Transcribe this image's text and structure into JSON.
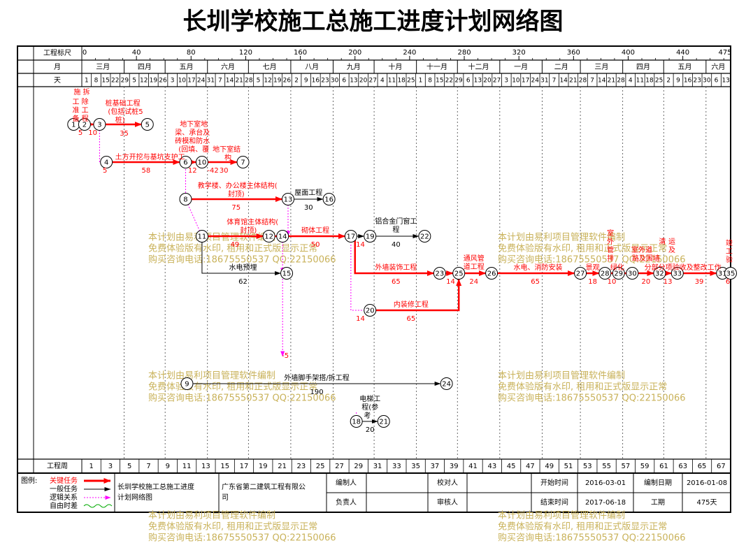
{
  "title": "长圳学校施工总施工进度计划网络图",
  "header": {
    "scale_label": "工程标尺",
    "scale_ticks": [
      {
        "day": 0,
        "label": "0"
      },
      {
        "day": 40,
        "label": "40"
      },
      {
        "day": 80,
        "label": "80"
      },
      {
        "day": 120,
        "label": "120"
      },
      {
        "day": 160,
        "label": "160"
      },
      {
        "day": 200,
        "label": "200"
      },
      {
        "day": 240,
        "label": "240"
      },
      {
        "day": 280,
        "label": "280"
      },
      {
        "day": 320,
        "label": "320"
      },
      {
        "day": 360,
        "label": "360"
      },
      {
        "day": 400,
        "label": "400"
      },
      {
        "day": 440,
        "label": "440"
      },
      {
        "day": 475,
        "label": "475"
      }
    ],
    "month_label": "月",
    "months": [
      {
        "label": "三月",
        "start": 0,
        "end": 31
      },
      {
        "label": "四月",
        "start": 31,
        "end": 61
      },
      {
        "label": "五月",
        "start": 61,
        "end": 92
      },
      {
        "label": "六月",
        "start": 92,
        "end": 122
      },
      {
        "label": "七月",
        "start": 122,
        "end": 153
      },
      {
        "label": "八月",
        "start": 153,
        "end": 184
      },
      {
        "label": "九月",
        "start": 184,
        "end": 214
      },
      {
        "label": "十月",
        "start": 214,
        "end": 245
      },
      {
        "label": "十一月",
        "start": 245,
        "end": 275
      },
      {
        "label": "十二月",
        "start": 275,
        "end": 306
      },
      {
        "label": "一月",
        "start": 306,
        "end": 337
      },
      {
        "label": "二月",
        "start": 337,
        "end": 365
      },
      {
        "label": "三月",
        "start": 365,
        "end": 396
      },
      {
        "label": "四月",
        "start": 396,
        "end": 426
      },
      {
        "label": "五月",
        "start": 426,
        "end": 457
      },
      {
        "label": "六月",
        "start": 457,
        "end": 475
      }
    ],
    "day_label": "天",
    "days": [
      "1",
      "8",
      "15",
      "22",
      "29",
      "5",
      "12",
      "19",
      "26",
      "3",
      "10",
      "17",
      "24",
      "31",
      "7",
      "14",
      "21",
      "28",
      "5",
      "12",
      "19",
      "26",
      "2",
      "9",
      "16",
      "23",
      "30",
      "6",
      "13",
      "20",
      "27",
      "4",
      "11",
      "18",
      "25",
      "1",
      "8",
      "15",
      "22",
      "29",
      "6",
      "13",
      "20",
      "27",
      "3",
      "10",
      "17",
      "24",
      "31",
      "7",
      "14",
      "21",
      "28",
      "7",
      "14",
      "21",
      "28",
      "4",
      "11",
      "18",
      "25",
      "2",
      "9",
      "16",
      "23",
      "30",
      "6",
      "13"
    ],
    "week_label": "工程周",
    "weeks": [
      "1",
      "3",
      "5",
      "7",
      "9",
      "11",
      "13",
      "15",
      "17",
      "19",
      "21",
      "23",
      "25",
      "27",
      "29",
      "31",
      "33",
      "35",
      "37",
      "39",
      "41",
      "43",
      "45",
      "47",
      "49",
      "51",
      "53",
      "55",
      "57",
      "59",
      "61",
      "63",
      "65",
      "67"
    ]
  },
  "network": {
    "nodes": [
      {
        "id": "1",
        "day": -6,
        "row": 178
      },
      {
        "id": "2",
        "day": 2,
        "row": 178
      },
      {
        "id": "3",
        "day": 13,
        "row": 178
      },
      {
        "id": "5",
        "day": 48,
        "row": 178
      },
      {
        "id": "4",
        "day": 18,
        "row": 232
      },
      {
        "id": "6",
        "day": 76,
        "row": 232
      },
      {
        "id": "10",
        "day": 88,
        "row": 232
      },
      {
        "id": "7",
        "day": 118,
        "row": 232
      },
      {
        "id": "8",
        "day": 76,
        "row": 285
      },
      {
        "id": "13",
        "day": 151,
        "row": 285
      },
      {
        "id": "16",
        "day": 181,
        "row": 285
      },
      {
        "id": "11",
        "day": 88,
        "row": 338
      },
      {
        "id": "12",
        "day": 137,
        "row": 338
      },
      {
        "id": "14",
        "day": 147,
        "row": 338
      },
      {
        "id": "17",
        "day": 197,
        "row": 338
      },
      {
        "id": "19",
        "day": 211,
        "row": 338
      },
      {
        "id": "22",
        "day": 251,
        "row": 338
      },
      {
        "id": "15",
        "day": 150,
        "row": 391
      },
      {
        "id": "23",
        "day": 262,
        "row": 391
      },
      {
        "id": "25",
        "day": 276,
        "row": 391
      },
      {
        "id": "26",
        "day": 300,
        "row": 391
      },
      {
        "id": "27",
        "day": 365,
        "row": 391
      },
      {
        "id": "28",
        "day": 383,
        "row": 391
      },
      {
        "id": "29",
        "day": 393,
        "row": 391
      },
      {
        "id": "30",
        "day": 403,
        "row": 391
      },
      {
        "id": "32",
        "day": 423,
        "row": 391
      },
      {
        "id": "33",
        "day": 436,
        "row": 391
      },
      {
        "id": "31",
        "day": 469,
        "row": 391
      },
      {
        "id": "35",
        "day": 475,
        "row": 391
      },
      {
        "id": "20",
        "day": 211,
        "row": 444
      },
      {
        "id": "9",
        "day": 77,
        "row": 549
      },
      {
        "id": "24",
        "day": 267,
        "row": 549
      },
      {
        "id": "18",
        "day": 201,
        "row": 603
      },
      {
        "id": "21",
        "day": 221,
        "row": 603
      }
    ],
    "arrows": [
      {
        "from": "1",
        "to": "2",
        "kind": "critical"
      },
      {
        "from": "2",
        "to": "3",
        "kind": "critical"
      },
      {
        "from": "3",
        "to": "5",
        "kind": "critical"
      },
      {
        "from": "4",
        "to": "6",
        "kind": "critical"
      },
      {
        "from": "6",
        "to": "10",
        "kind": "critical"
      },
      {
        "from": "10",
        "to": "7",
        "kind": "critical"
      },
      {
        "from": "8",
        "to": "13",
        "kind": "critical"
      },
      {
        "from": "13",
        "to": "16",
        "kind": "normal"
      },
      {
        "from": "11",
        "to": "12",
        "kind": "critical"
      },
      {
        "from": "12",
        "to": "14",
        "kind": "critical"
      },
      {
        "from": "14",
        "to": "17",
        "kind": "critical"
      },
      {
        "from": "17",
        "to": "19",
        "kind": "normal"
      },
      {
        "from": "19",
        "to": "22",
        "kind": "normal"
      },
      {
        "from": "23",
        "to": "25",
        "kind": "critical"
      },
      {
        "from": "25",
        "to": "26",
        "kind": "critical"
      },
      {
        "from": "26",
        "to": "27",
        "kind": "critical"
      },
      {
        "from": "27",
        "to": "28",
        "kind": "critical"
      },
      {
        "from": "28",
        "to": "29",
        "kind": "critical"
      },
      {
        "from": "29",
        "to": "30",
        "kind": "critical"
      },
      {
        "from": "30",
        "to": "32",
        "kind": "critical"
      },
      {
        "from": "32",
        "to": "33",
        "kind": "critical"
      },
      {
        "from": "33",
        "to": "31",
        "kind": "critical"
      },
      {
        "from": "31",
        "to": "35",
        "kind": "critical"
      },
      {
        "from": "9",
        "to": "24",
        "kind": "normal"
      },
      {
        "from": "18",
        "to": "21",
        "kind": "normal"
      }
    ],
    "polylines": [
      {
        "kind": "critical",
        "points": [
          [
            197,
            338
          ],
          [
            200,
            338
          ],
          [
            200,
            391
          ],
          [
            262,
            391
          ]
        ]
      },
      {
        "kind": "critical",
        "points": [
          [
            211,
            444
          ],
          [
            276,
            444
          ],
          [
            276,
            391
          ]
        ]
      },
      {
        "kind": "normal",
        "points": [
          [
            88,
            338
          ],
          [
            88,
            391
          ],
          [
            150,
            391
          ]
        ]
      }
    ],
    "dummies": [
      {
        "points": [
          [
            13,
            178
          ],
          [
            13,
            232
          ],
          [
            18,
            232
          ]
        ]
      },
      {
        "points": [
          [
            76,
            242
          ],
          [
            76,
            285
          ]
        ]
      },
      {
        "points": [
          [
            76,
            285
          ],
          [
            88,
            338
          ]
        ]
      },
      {
        "points": [
          [
            147,
            338
          ],
          [
            147,
            391
          ]
        ]
      },
      {
        "points": [
          [
            147,
            391
          ],
          [
            147,
            510
          ]
        ]
      },
      {
        "points": [
          [
            151,
            285
          ],
          [
            151,
            338
          ]
        ]
      },
      {
        "points": [
          [
            197,
            350
          ],
          [
            197,
            444
          ],
          [
            211,
            444
          ]
        ]
      },
      {
        "points": [
          [
            201,
            590
          ],
          [
            201,
            603
          ]
        ]
      }
    ],
    "labels": [
      {
        "text": "施 拆",
        "day": 0,
        "row": 132
      },
      {
        "text": "工 除",
        "day": -1,
        "row": 146
      },
      {
        "text": "准 工",
        "day": -1,
        "row": 158
      },
      {
        "text": "备 程",
        "day": -1,
        "row": 170
      },
      {
        "text": "5",
        "day": -1,
        "row": 190
      },
      {
        "text": "10",
        "day": 8,
        "row": 190
      },
      {
        "text": "桩基础工程",
        "day": 30,
        "row": 148
      },
      {
        "text": "(包括试桩5",
        "day": 32,
        "row": 160
      },
      {
        "text": "桩)",
        "day": 28,
        "row": 172
      },
      {
        "text": "35",
        "day": 31,
        "row": 191
      },
      {
        "text": "地下室地",
        "day": 82,
        "row": 178
      },
      {
        "text": "梁、承台及",
        "day": 81,
        "row": 190
      },
      {
        "text": "砖模和防水",
        "day": 81,
        "row": 202
      },
      {
        "text": "(回填、覆",
        "day": 82,
        "row": 214
      },
      {
        "text": "地下室结",
        "day": 106,
        "row": 214
      },
      {
        "text": "构",
        "day": 107,
        "row": 226
      },
      {
        "text": "土方开挖与基坑支护工",
        "day": 50,
        "row": 225
      },
      {
        "text": "5",
        "day": 17,
        "row": 244
      },
      {
        "text": "58",
        "day": 47,
        "row": 244
      },
      {
        "text": "12",
        "day": 81,
        "row": 244
      },
      {
        "text": "-42",
        "day": 96,
        "row": 244
      },
      {
        "text": "30",
        "day": 104,
        "row": 244
      },
      {
        "text": "教学楼、办公楼主体结构(",
        "day": 114,
        "row": 266
      },
      {
        "text": "封顶)",
        "day": 113,
        "row": 278
      },
      {
        "text": "屋面工程",
        "day": 166,
        "row": 276
      },
      {
        "text": "75",
        "day": 113,
        "row": 297
      },
      {
        "text": "30",
        "day": 166,
        "row": 297
      },
      {
        "text": "体育馆主体结构(",
        "day": 125,
        "row": 318
      },
      {
        "text": "封顶)",
        "day": 122,
        "row": 330
      },
      {
        "text": "砌体工程",
        "day": 171,
        "row": 330
      },
      {
        "text": "铝合金门窗工",
        "day": 230,
        "row": 317
      },
      {
        "text": "程",
        "day": 230,
        "row": 329
      },
      {
        "text": "49",
        "day": 112,
        "row": 350
      },
      {
        "text": "50",
        "day": 171,
        "row": 350
      },
      {
        "text": "14",
        "day": 204,
        "row": 350
      },
      {
        "text": "40",
        "day": 230,
        "row": 350
      },
      {
        "text": "水电预埋",
        "day": 118,
        "row": 383
      },
      {
        "text": "62",
        "day": 118,
        "row": 403
      },
      {
        "text": "外墙装饰工程",
        "day": 230,
        "row": 383
      },
      {
        "text": "65",
        "day": 230,
        "row": 403
      },
      {
        "text": "通风管",
        "day": 287,
        "row": 370
      },
      {
        "text": "道工程",
        "day": 287,
        "row": 382
      },
      {
        "text": "14",
        "day": 270,
        "row": 403
      },
      {
        "text": "24",
        "day": 287,
        "row": 403
      },
      {
        "text": "水电、消防安装",
        "day": 334,
        "row": 383
      },
      {
        "text": "65",
        "day": 332,
        "row": 403
      },
      {
        "text": "室",
        "day": 387,
        "row": 334
      },
      {
        "text": "外",
        "day": 387,
        "row": 346
      },
      {
        "text": "管",
        "day": 387,
        "row": 358
      },
      {
        "text": "景观",
        "day": 374,
        "row": 383
      },
      {
        "text": "排",
        "day": 387,
        "row": 370
      },
      {
        "text": "绿化",
        "day": 392,
        "row": 383
      },
      {
        "text": "室外道",
        "day": 410,
        "row": 358
      },
      {
        "text": "路及围墙",
        "day": 413,
        "row": 370
      },
      {
        "text": "清",
        "day": 425,
        "row": 346
      },
      {
        "text": "运",
        "day": 432,
        "row": 346
      },
      {
        "text": "及",
        "day": 432,
        "row": 358
      },
      {
        "text": "分部分项验收及整改工作",
        "day": 440,
        "row": 383
      },
      {
        "text": "18",
        "day": 374,
        "row": 403
      },
      {
        "text": "10",
        "day": 388,
        "row": 403
      },
      {
        "text": "20",
        "day": 413,
        "row": 403
      },
      {
        "text": "13",
        "day": 429,
        "row": 403
      },
      {
        "text": "39",
        "day": 452,
        "row": 403
      },
      {
        "text": "6",
        "day": 473,
        "row": 403
      },
      {
        "text": "竣",
        "day": 474,
        "row": 348
      },
      {
        "text": "工",
        "day": 474,
        "row": 360
      },
      {
        "text": "验",
        "day": 474,
        "row": 372
      },
      {
        "text": "内装修工程",
        "day": 241,
        "row": 436
      },
      {
        "text": "14",
        "day": 204,
        "row": 456
      },
      {
        "text": "65",
        "day": 241,
        "row": 456
      },
      {
        "text": "-5",
        "day": 149,
        "row": 509
      },
      {
        "text": "外墙脚手架搭/拆工程",
        "day": 172,
        "row": 541
      },
      {
        "text": "190",
        "day": 172,
        "row": 561
      },
      {
        "text": "电梯工",
        "day": 211,
        "row": 571
      },
      {
        "text": "程(参",
        "day": 211,
        "row": 583
      },
      {
        "text": "考",
        "day": 209,
        "row": 595
      },
      {
        "text": "20",
        "day": 211,
        "row": 615
      }
    ]
  },
  "watermark": {
    "lines": [
      "本计划由易利项目管理软件编制",
      "免费体验版有水印, 租用和正式版显示正常",
      "购买咨询电话:18675550537 QQ:22150066"
    ],
    "color": "#c9b25a"
  },
  "footer": {
    "legend_title": "图例:",
    "legend_items": [
      {
        "label": "关键任务",
        "kind": "critical"
      },
      {
        "label": "一般任务",
        "kind": "normal"
      },
      {
        "label": "逻辑关系",
        "kind": "dummy"
      },
      {
        "label": "自由时差",
        "kind": "float"
      }
    ],
    "plan_name": "长圳学校施工总施工进度计划网络图",
    "company": "广东省第二建筑工程有限公司",
    "compiler_label": "编制人",
    "compiler_value": "",
    "checker_label": "校对人",
    "checker_value": "",
    "responsible_label": "负责人",
    "responsible_value": "",
    "reviewer_label": "审核人",
    "reviewer_value": "",
    "start_label": "开始时间",
    "start_value": "2016-03-01",
    "end_label": "结束时间",
    "end_value": "2017-06-18",
    "date_label": "编制日期",
    "date_value": "2016-01-08",
    "duration_label": "工期",
    "duration_value": "475天"
  },
  "colors": {
    "critical": "#ff0000",
    "normal": "#000000",
    "dummy": "#ff00ff",
    "float": "#00aa00"
  }
}
